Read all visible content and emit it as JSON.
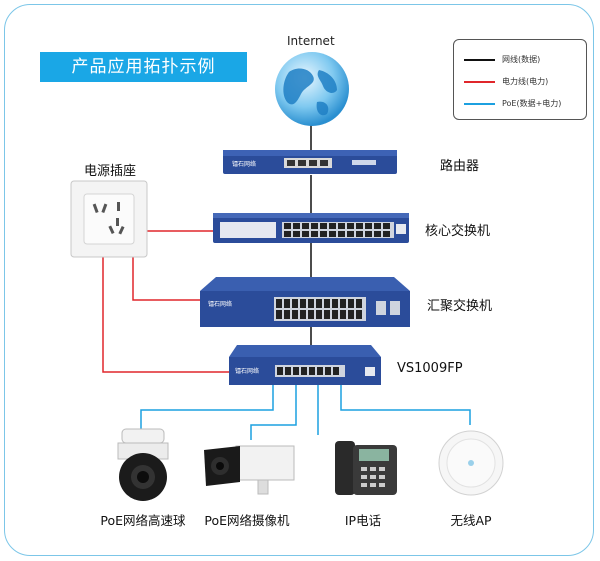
{
  "title": "产品应用拓扑示例",
  "internet_label": "Internet",
  "legend": [
    {
      "label": "网线(数据)",
      "color": "#111111"
    },
    {
      "label": "电力线(电力)",
      "color": "#e0262b"
    },
    {
      "label": "PoE(数据+电力)",
      "color": "#1ca0e0"
    }
  ],
  "outlet": {
    "label": "电源插座"
  },
  "network_devices": {
    "router": {
      "label": "路由器",
      "brand": "镭石网络"
    },
    "core_switch": {
      "label": "核心交换机"
    },
    "aggregation_switch": {
      "label": "汇聚交换机",
      "brand": "镭石网络"
    },
    "poe_switch": {
      "label": "VS1009FP",
      "brand": "镭石网络"
    }
  },
  "endpoints": [
    {
      "label": "PoE网络高速球"
    },
    {
      "label": "PoE网络摄像机"
    },
    {
      "label": "IP电话"
    },
    {
      "label": "无线AP"
    }
  ],
  "colors": {
    "accent": "#1aa7e6",
    "frame": "#7cc6e8",
    "device_blue": "#2b4c9a",
    "data": "#111111",
    "power": "#e0262b",
    "poe": "#1ca0e0"
  }
}
